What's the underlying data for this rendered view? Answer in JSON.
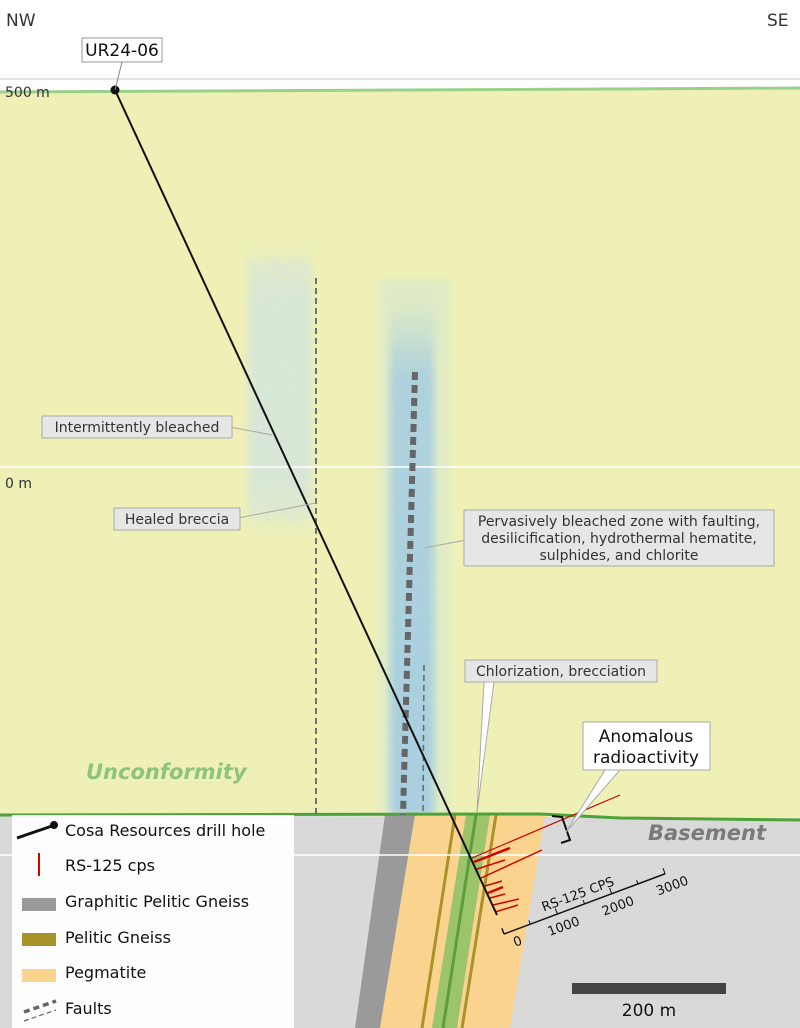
{
  "header": {
    "left_direction": "NW",
    "right_direction": "SE",
    "drill_hole_id": "UR24-06"
  },
  "elevations": {
    "top": "500 m",
    "middle": "0 m"
  },
  "annotations": {
    "intermittently_bleached": "Intermittently bleached",
    "healed_breccia": "Healed breccia",
    "pervasive_line1": "Pervasively bleached zone with faulting,",
    "pervasive_line2": "desilicification, hydrothermal hematite,",
    "pervasive_line3": "sulphides, and chlorite",
    "chlorization": "Chlorization, brecciation",
    "anomalous_line1": "Anomalous",
    "anomalous_line2": "radioactivity"
  },
  "units": {
    "unconformity": "Unconformity",
    "basement": "Basement"
  },
  "cps_axis": {
    "title": "RS-125 CPS",
    "ticks": [
      "0",
      "1000",
      "2000",
      "3000"
    ]
  },
  "scale_bar": {
    "label": "200 m"
  },
  "legend": {
    "items": [
      {
        "label": "Cosa Resources drill hole",
        "icon": "drill-hole-icon"
      },
      {
        "label": "RS-125 cps",
        "icon": "red-bar-icon"
      },
      {
        "label": "Graphitic Pelitic Gneiss",
        "icon": "swatch",
        "color": "#9a9a9a"
      },
      {
        "label": "Pelitic Gneiss",
        "icon": "swatch",
        "color": "#a8922a"
      },
      {
        "label": "Pegmatite",
        "icon": "swatch",
        "color": "#fad38e"
      },
      {
        "label": "Faults",
        "icon": "dashed-line-icon"
      }
    ]
  },
  "colors": {
    "sandstone": "#eef0b6",
    "basement": "#d9d9d9",
    "unconformity": "#4da33a",
    "bleached": "#a9cfe0",
    "radiometric": "#d40000"
  }
}
